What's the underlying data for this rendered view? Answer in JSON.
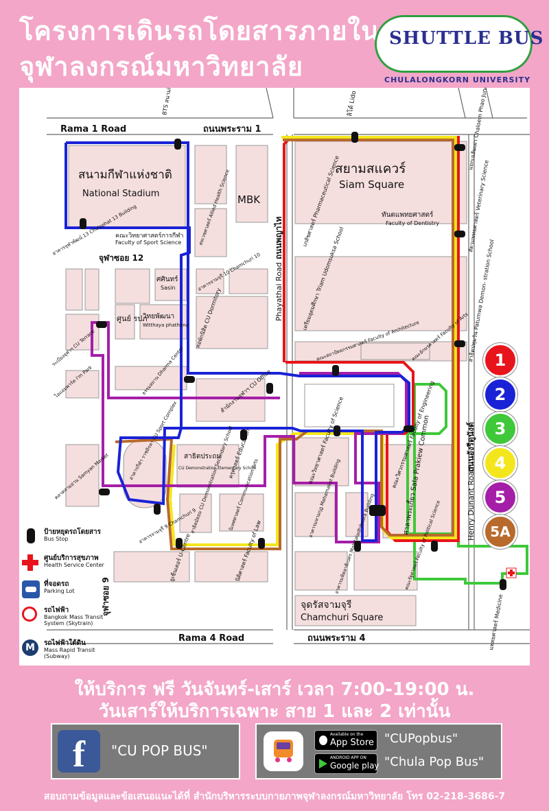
{
  "header": {
    "title_line1": "โครงการเดินรถโดยสารภายใน",
    "title_line2": "จุฬาลงกรณ์มหาวิทยาลัย",
    "logo_main": "SHUTTLE BUS",
    "logo_sub": "CHULALONGKORN UNIVERSITY"
  },
  "colors": {
    "route1": "#e8141b",
    "route2": "#1a22d6",
    "route3": "#3fc83a",
    "route4": "#f4e61c",
    "route5": "#a51ea8",
    "route5A": "#b86a2c",
    "pink": "#f3a6c8",
    "building": "#f5dede"
  },
  "roads": {
    "rama1_en": "Rama 1 Road",
    "rama1_th": "ถนนพระราม 1",
    "rama4_en": "Rama 4 Road",
    "rama4_th": "ถนนพระราม 4",
    "phayathai_en": "Phayathai Road",
    "phayathai_th": "ถนนพญาไท",
    "henry_en": "Henry Dunant Road",
    "henry_th": "ถนนอังรีดูนังต์",
    "soi12": "จุฬาซอย 12",
    "soi9": "จุฬาซอย 9"
  },
  "places": {
    "stadium_th": "สนามกีฬาแห่งชาติ",
    "stadium_en": "National Stadium",
    "mbk": "MBK",
    "siam_th": "สยามสแควร์",
    "siam_en": "Siam Square",
    "dentistry_th": "ทันตแพทยศาสตร์",
    "dentistry_en": "Faculty of Dentistry",
    "sport_th": "คณะวิทยาศาสตร์การกีฬา",
    "sport_en": "Faculty of Sport Science",
    "sasin_th": "ศศินทร์",
    "sasin_en": "Sasin",
    "sopak": "ศูนย์ รปภ",
    "witthaya_th": "วิทยพัฒนา",
    "witthaya_en": "Witthaya phathana",
    "chamchuri_th": "จุดรัสจามจุรี",
    "chamchuri_en": "Chamchuri Square",
    "satit_th": "สาธิตประถม",
    "satit_en": "CU Demonstration Elementary School",
    "bts_stadium": "BTS สนามกีฬา BTS National Stadium",
    "lido": "ลิโด้ Lido",
    "phaya_thai_junction": "แยกเฉลิมเผ่า Chaloem Phao Junction",
    "vet": "สัตวแพทยศาสตร์ Veterinary Science",
    "patumwan": "สาธิตปทุมวัน Patumwa Demon- stration School",
    "medicine": "แพทยศาสตร์ Medicine",
    "sala": "ศาลาพระเกี้ยว Sala Prakiew Common",
    "pharm": "เภสัชศาสตร์ Pharmaceutical Science",
    "triam": "เตรียมอุดมศึกษา Triam Udomsuksa School",
    "arch": "คณะสถาปัตยกรรมศาสตร์ Faculty of Architecture",
    "arts": "คณะอักษรศาสตร์ Faculty of Arts",
    "science": "คณะวิทยาศาสตร์ Faculty of Science",
    "engineering": "คณะวิศวกรรมศาสตร์ Faculty of Engineering",
    "political": "คณะรัฐศาสตร์ Faculty of Political Science",
    "mahamakut": "อาคารมหามกุฏ Mahamakut Building",
    "mahitala": "อาคารมหิตลาธิเบศร Mahitaladhibesra Building",
    "law": "นิติศาสตร์ Faculty of Law",
    "ucentre": "ยูเซ็นเตอร์ U-Centre",
    "satit_sec": "สาธิตมัธยม CU Demonstration Secondary School",
    "commarts": "นิเทศศาสตร์ Communication Arts",
    "education": "ครุศาสตร์ Education",
    "cu_office": "สำนักงานจุฬาฯ CU Office",
    "dormitory": "หอพักนิสิต CU Dormitory",
    "chamchuri10": "อาคารจามจุรี 10 Chamchuri 10",
    "allied": "สหเวชศาสตร์ Allied Health Science",
    "chulapat": "อาคารจุฬาพัฒน์ 13 Chulaphat 13 Building",
    "terrace": "ระเบียงจุฬาฯ CU Terrace",
    "impark": "ไอแอมพาร์ค I'm Park",
    "samyan": "ตลาดสามย่าน Samyan Market",
    "chamchuri9": "อาคารจามจุรี 9 Chamchuri 9",
    "dharma": "ธรรมสถาน Dharma Center",
    "sport_complex": "อาคารกีฬา ราชทิรหา CU Sport Complex"
  },
  "legend": {
    "stop_th": "ป้ายหยุดรถโดยสาร",
    "stop_en": "Bus Stop",
    "health_th": "ศูนย์บริการสุขภาพ",
    "health_en": "Health Service Center",
    "parking_th": "ที่จอดรถ",
    "parking_en": "Parking Lot",
    "bts_th": "รถไฟฟ้า",
    "bts_en": "Bangkok Mass Transit System (Skytrain)",
    "mrt_th": "รถไฟฟ้าใต้ดิน",
    "mrt_en": "Mass Rapid Transit (Subway)"
  },
  "routes": [
    {
      "label": "1",
      "color": "#e8141b"
    },
    {
      "label": "2",
      "color": "#1a22d6"
    },
    {
      "label": "3",
      "color": "#3fc83a"
    },
    {
      "label": "4",
      "color": "#f4e61c"
    },
    {
      "label": "5",
      "color": "#a51ea8"
    },
    {
      "label": "5A",
      "color": "#b86a2c"
    }
  ],
  "footer": {
    "line1": "ให้บริการ ฟรี วันจันทร์-เสาร์ เวลา 7:00-19:00 น.",
    "line2": "วันเสาร์ให้บริการเฉพาะ สาย 1 และ 2 เท่านั้น",
    "facebook_name": "\"CU POP BUS\"",
    "app_name1": "\"CUPopbus\"",
    "app_name2": "\"Chula Pop Bus\"",
    "app_store_small": "Available on the",
    "app_store": "App Store",
    "google_small": "ANDROID APP ON",
    "google_play": "Google play",
    "contact": "สอบถามข้อมูลและข้อเสนอแนะได้ที่ สำนักบริหารระบบกายภาพจุฬาลงกรณ์มหาวิทยาลัย โทร 02-218-3686-7"
  }
}
